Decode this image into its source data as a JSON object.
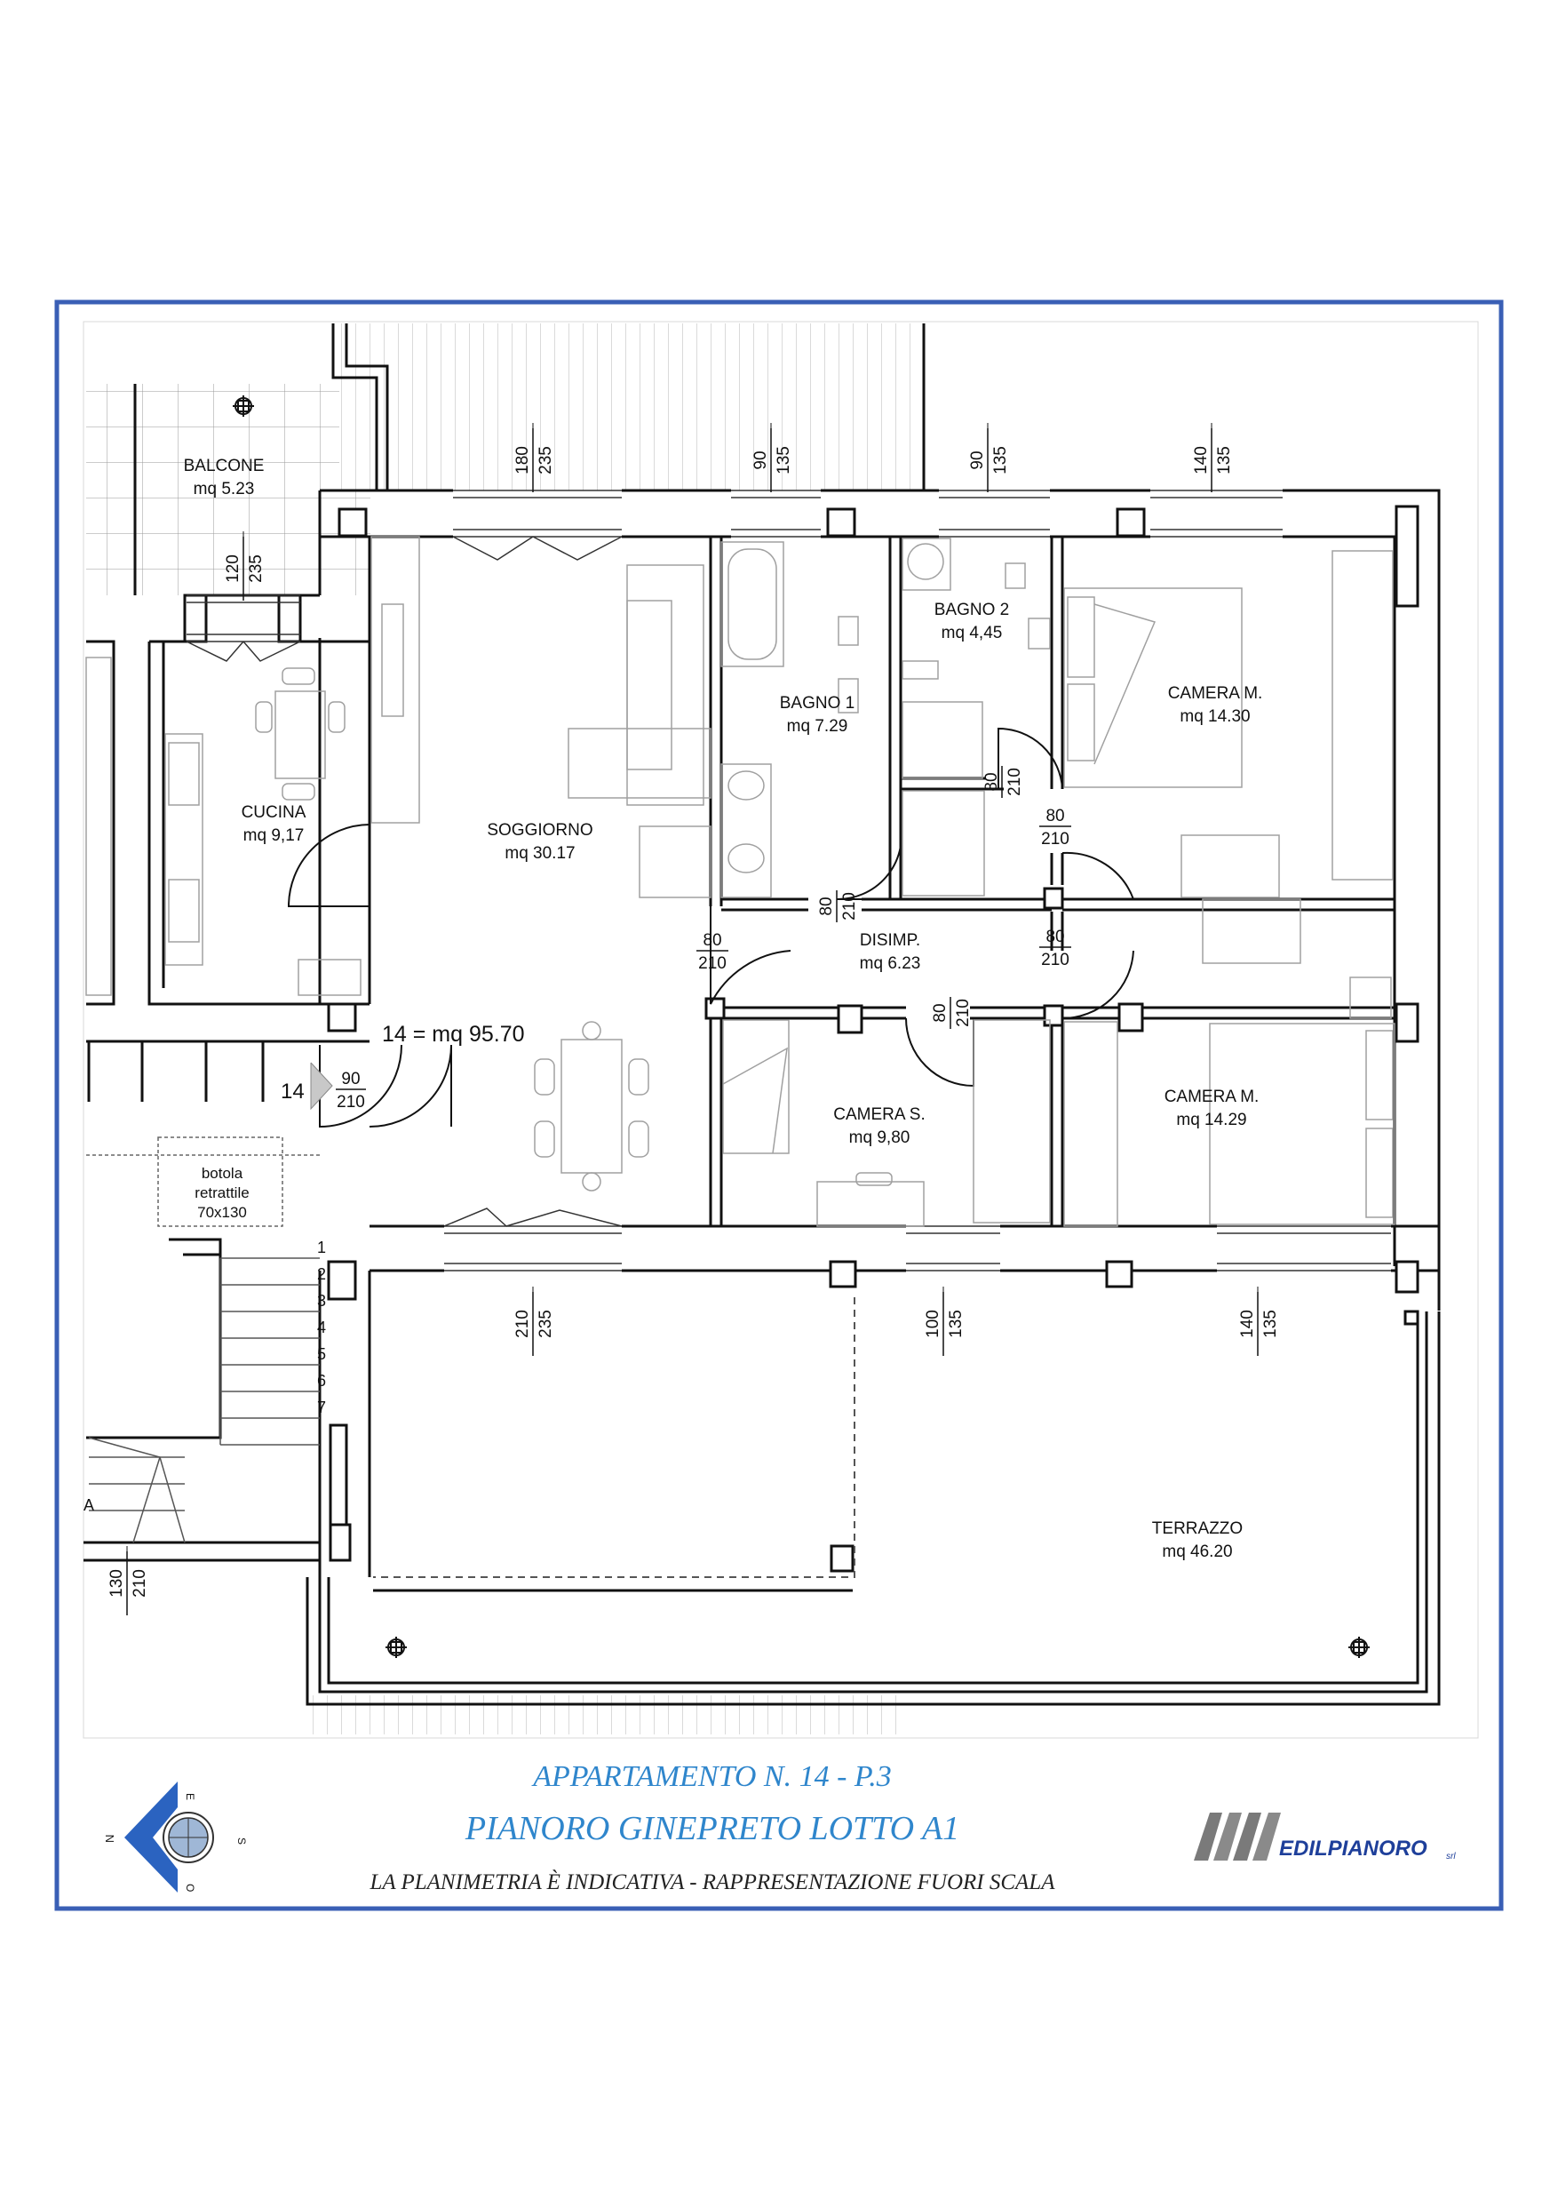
{
  "rooms": {
    "balcone": {
      "name": "BALCONE",
      "area": "mq 5.23"
    },
    "cucina": {
      "name": "CUCINA",
      "area": "mq 9,17"
    },
    "soggiorno": {
      "name": "SOGGIORNO",
      "area": "mq 30.17"
    },
    "bagno1": {
      "name": "BAGNO 1",
      "area": "mq 7.29"
    },
    "bagno2": {
      "name": "BAGNO 2",
      "area": "mq 4,45"
    },
    "cameraM1": {
      "name": "CAMERA M.",
      "area": "mq 14.30"
    },
    "cameraM2": {
      "name": "CAMERA M.",
      "area": "mq 14.29"
    },
    "disimp": {
      "name": "DISIMP.",
      "area": "mq 6.23"
    },
    "cameraS": {
      "name": "CAMERA S.",
      "area": "mq 9,80"
    },
    "terrazzo": {
      "name": "TERRAZZO",
      "area": "mq 46.20"
    }
  },
  "unit_total": "14 = mq 95.70",
  "entrance": {
    "number": "14",
    "width": "90",
    "height": "210"
  },
  "hatch": {
    "line1": "botola",
    "line2": "retrattile",
    "line3": "70x130"
  },
  "stair_steps": [
    "1",
    "2",
    "3",
    "4",
    "5",
    "6",
    "7"
  ],
  "stair_fragment": "A",
  "window_dims": [
    {
      "w": "180",
      "h": "235"
    },
    {
      "w": "90",
      "h": "135"
    },
    {
      "w": "90",
      "h": "135"
    },
    {
      "w": "140",
      "h": "135"
    },
    {
      "w": "120",
      "h": "235"
    },
    {
      "w": "210",
      "h": "235"
    },
    {
      "w": "100",
      "h": "135"
    },
    {
      "w": "140",
      "h": "135"
    },
    {
      "w": "130",
      "h": "210"
    }
  ],
  "door_dims": [
    {
      "w": "80",
      "h": "210"
    },
    {
      "w": "80",
      "h": "210"
    },
    {
      "w": "80",
      "h": "210"
    },
    {
      "w": "80",
      "h": "210"
    },
    {
      "w": "80",
      "h": "210"
    },
    {
      "w": "80",
      "h": "210"
    }
  ],
  "title_line1": "APPARTAMENTO N. 14 - P.3",
  "title_line2": "PIANORO GINEPRETO LOTTO A1",
  "subtitle": "LA PLANIMETRIA È INDICATIVA - RAPPRESENTAZIONE FUORI SCALA",
  "brand": {
    "name": "EDILPIANORO",
    "suffix": "srl"
  },
  "compass": {
    "n": "N",
    "e": "E",
    "s": "S",
    "o": "O"
  },
  "colors": {
    "frame": "#3a5fb5",
    "title": "#2f86cc",
    "brand": "#1e3f9a",
    "wall": "#111111",
    "furniture": "#a0a0a0"
  }
}
